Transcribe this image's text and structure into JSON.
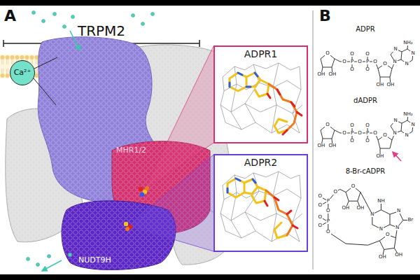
{
  "diagram": {
    "nodes": [
      {
        "text": [
          "Ca²⁺"
        ]
      },
      {
        "text": [
          "MHR1/2"
        ]
      },
      {
        "text": [
          "NUDT9H"
        ]
      },
      {
        "text": [
          "ADPR1"
        ]
      },
      {
        "text": [
          "ADPR2"
        ]
      }
    ],
    "edges": [
      {
        "from": 1,
        "to": 3,
        "arrow": "none"
      },
      {
        "from": 2,
        "to": 4,
        "arrow": "none"
      }
    ],
    "labels": [
      "A",
      "TRPM2",
      "B",
      "ADPR",
      "dADPR",
      "8-Br-cADPR",
      "O",
      "OH",
      "OH",
      "O",
      "P",
      "O",
      "O",
      "O",
      "P",
      "O",
      "O",
      "O",
      "O",
      "OH",
      "OH",
      "N",
      "N",
      "N",
      "N",
      "NH₂",
      "O",
      "OH",
      "OH",
      "O",
      "P",
      "O",
      "O",
      "O",
      "P",
      "O",
      "O",
      "O",
      "O",
      "OH",
      "N",
      "N",
      "N",
      "N",
      "NH₂",
      "O",
      "OH",
      "OH",
      "O",
      "P",
      "O",
      "O",
      "O",
      "P",
      "O",
      "O",
      "O",
      "NH",
      "N",
      "N",
      "N",
      "N",
      "Br",
      "O",
      "OH",
      "OH"
    ]
  }
}
